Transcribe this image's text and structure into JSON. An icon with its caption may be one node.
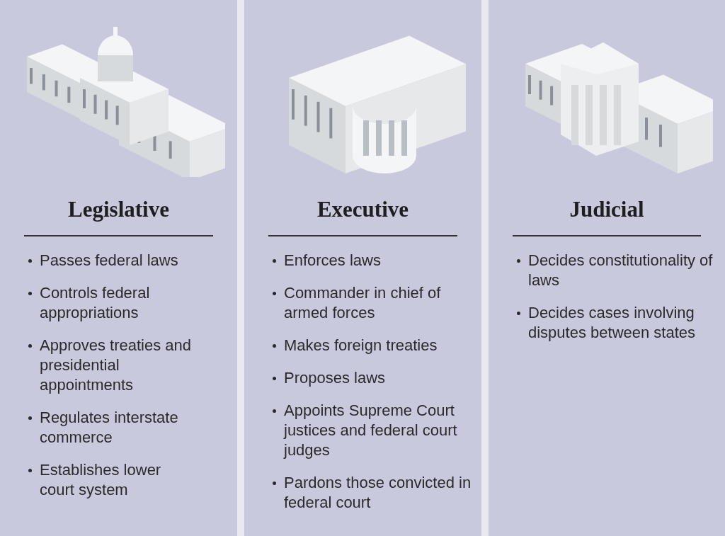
{
  "diagram": {
    "nodes": [
      {
        "text": [
          "Legislative",
          "Passes federal laws",
          "Controls federal appropriations",
          "Approves treaties and presidential appointments",
          "Regulates interstate commerce",
          "Establishes lower court system"
        ]
      },
      {
        "text": [
          "Executive",
          "Enforces laws",
          "Commander in chief of armed forces",
          "Makes foreign treaties",
          "Proposes laws",
          "Appoints Supreme Court justices and federal court judges",
          "Pardons those convicted in federal court"
        ]
      },
      {
        "text": [
          "Judicial",
          "Decides constitutionality of laws",
          "Decides cases involving disputes between states"
        ]
      }
    ]
  }
}
